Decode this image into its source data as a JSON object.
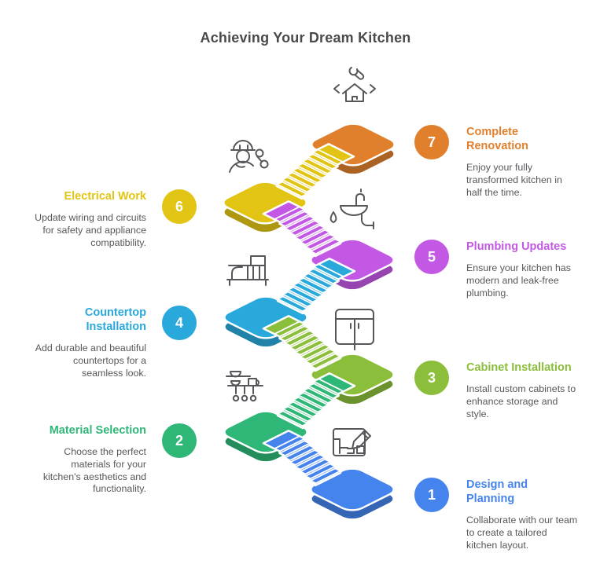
{
  "title": "Achieving Your Dream Kitchen",
  "title_color": "#4a4a4c",
  "description_color": "#58585c",
  "steps": [
    {
      "number": "1",
      "title": "Design and\nPlanning",
      "description": "Collaborate with our team\nto create a tailored\nkitchen layout.",
      "color": "#4584EC",
      "side": "right",
      "icon": "floor-plan-pencil-icon"
    },
    {
      "number": "2",
      "title": "Material Selection",
      "description": "Choose the perfect\nmaterials for your\nkitchen's aesthetics and\nfunctionality.",
      "color": "#2FB778",
      "side": "left",
      "icon": "kitchen-shelves-icon"
    },
    {
      "number": "3",
      "title": "Cabinet Installation",
      "description": "Install custom cabinets to\nenhance storage and\nstyle.",
      "color": "#8BBE3B",
      "side": "right",
      "icon": "cabinet-icon"
    },
    {
      "number": "4",
      "title": "Countertop\nInstallation",
      "description": "Add durable and beautiful\ncountertops for a\nseamless look.",
      "color": "#29A8DC",
      "side": "left",
      "icon": "countertop-icon"
    },
    {
      "number": "5",
      "title": "Plumbing Updates",
      "description": "Ensure your kitchen has\nmodern and leak-free\nplumbing.",
      "color": "#C258E4",
      "side": "right",
      "icon": "sink-icon"
    },
    {
      "number": "6",
      "title": "Electrical Work",
      "description": "Update wiring and circuits\nfor safety and appliance\ncompatibility.",
      "color": "#E2C514",
      "side": "left",
      "icon": "electrician-icon"
    },
    {
      "number": "7",
      "title": "Complete\nRenovation",
      "description": "Enjoy your fully\ntransformed kitchen in\nhalf the time.",
      "color": "#E07F2C",
      "side": "right",
      "icon": "house-renovation-icon"
    }
  ]
}
